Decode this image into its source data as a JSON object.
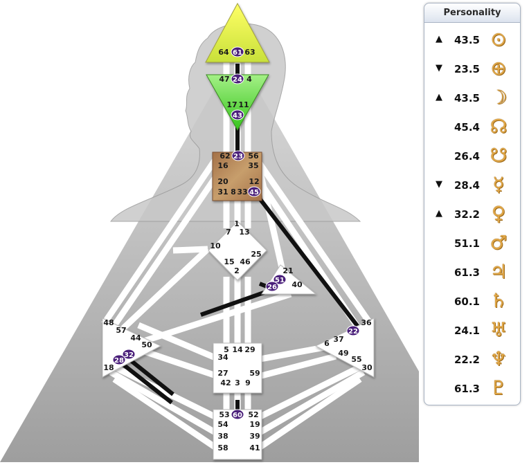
{
  "panel": {
    "title": "Personality",
    "rows": [
      {
        "arrow": "▲",
        "value": "43.5",
        "planet": "sun",
        "icon": "⊙"
      },
      {
        "arrow": "▼",
        "value": "23.5",
        "planet": "earth",
        "icon": "⊕"
      },
      {
        "arrow": "▲",
        "value": "43.5",
        "planet": "moon",
        "icon": "☽"
      },
      {
        "arrow": "",
        "value": "45.4",
        "planet": "north-node",
        "icon": "☊"
      },
      {
        "arrow": "",
        "value": "26.4",
        "planet": "south-node",
        "icon": "☋"
      },
      {
        "arrow": "▼",
        "value": "28.4",
        "planet": "mercury",
        "icon": "☿"
      },
      {
        "arrow": "▲",
        "value": "32.2",
        "planet": "venus",
        "icon": "♀"
      },
      {
        "arrow": "",
        "value": "51.1",
        "planet": "mars",
        "icon": "♂"
      },
      {
        "arrow": "",
        "value": "61.3",
        "planet": "jupiter",
        "icon": "♃"
      },
      {
        "arrow": "",
        "value": "60.1",
        "planet": "saturn",
        "icon": "♄"
      },
      {
        "arrow": "",
        "value": "24.1",
        "planet": "uranus",
        "icon": "♅"
      },
      {
        "arrow": "",
        "value": "22.2",
        "planet": "neptune",
        "icon": "♆"
      },
      {
        "arrow": "",
        "value": "61.3",
        "planet": "pluto",
        "icon": "♇"
      }
    ]
  },
  "colors": {
    "head": "#e6f25a",
    "ajna": "#6fe04a",
    "throat": "#b5895a",
    "personality_gate": "#4a1f7a",
    "channel_black": "#111111",
    "background_triangle": "#a8a8a8"
  },
  "gates": [
    {
      "id": "64",
      "center": "head"
    },
    {
      "id": "61",
      "center": "head",
      "active": true
    },
    {
      "id": "63",
      "center": "head"
    },
    {
      "id": "47",
      "center": "ajna"
    },
    {
      "id": "24",
      "center": "ajna",
      "active": true
    },
    {
      "id": "4",
      "center": "ajna"
    },
    {
      "id": "17",
      "center": "ajna"
    },
    {
      "id": "11",
      "center": "ajna"
    },
    {
      "id": "43",
      "center": "ajna",
      "active": true
    },
    {
      "id": "62",
      "center": "throat"
    },
    {
      "id": "23",
      "center": "throat",
      "active": true
    },
    {
      "id": "56",
      "center": "throat"
    },
    {
      "id": "16",
      "center": "throat"
    },
    {
      "id": "35",
      "center": "throat"
    },
    {
      "id": "20",
      "center": "throat"
    },
    {
      "id": "12",
      "center": "throat"
    },
    {
      "id": "31",
      "center": "throat"
    },
    {
      "id": "8",
      "center": "throat"
    },
    {
      "id": "33",
      "center": "throat"
    },
    {
      "id": "45",
      "center": "throat",
      "active": true
    },
    {
      "id": "1",
      "center": "g"
    },
    {
      "id": "7",
      "center": "g"
    },
    {
      "id": "13",
      "center": "g"
    },
    {
      "id": "10",
      "center": "g"
    },
    {
      "id": "25",
      "center": "g"
    },
    {
      "id": "15",
      "center": "g"
    },
    {
      "id": "46",
      "center": "g"
    },
    {
      "id": "2",
      "center": "g"
    },
    {
      "id": "21",
      "center": "heart"
    },
    {
      "id": "51",
      "center": "heart",
      "active": true
    },
    {
      "id": "26",
      "center": "heart",
      "active": true
    },
    {
      "id": "40",
      "center": "heart"
    },
    {
      "id": "48",
      "center": "spleen"
    },
    {
      "id": "57",
      "center": "spleen"
    },
    {
      "id": "44",
      "center": "spleen"
    },
    {
      "id": "50",
      "center": "spleen"
    },
    {
      "id": "32",
      "center": "spleen",
      "active": true
    },
    {
      "id": "28",
      "center": "spleen",
      "active": true
    },
    {
      "id": "18",
      "center": "spleen"
    },
    {
      "id": "36",
      "center": "solar"
    },
    {
      "id": "22",
      "center": "solar",
      "active": true
    },
    {
      "id": "37",
      "center": "solar"
    },
    {
      "id": "6",
      "center": "solar"
    },
    {
      "id": "49",
      "center": "solar"
    },
    {
      "id": "55",
      "center": "solar"
    },
    {
      "id": "30",
      "center": "solar"
    },
    {
      "id": "5",
      "center": "sacral"
    },
    {
      "id": "14",
      "center": "sacral"
    },
    {
      "id": "29",
      "center": "sacral"
    },
    {
      "id": "34",
      "center": "sacral"
    },
    {
      "id": "27",
      "center": "sacral"
    },
    {
      "id": "59",
      "center": "sacral"
    },
    {
      "id": "42",
      "center": "sacral"
    },
    {
      "id": "3",
      "center": "sacral"
    },
    {
      "id": "9",
      "center": "sacral"
    },
    {
      "id": "53",
      "center": "root"
    },
    {
      "id": "60",
      "center": "root",
      "active": true
    },
    {
      "id": "52",
      "center": "root"
    },
    {
      "id": "54",
      "center": "root"
    },
    {
      "id": "19",
      "center": "root"
    },
    {
      "id": "38",
      "center": "root"
    },
    {
      "id": "39",
      "center": "root"
    },
    {
      "id": "58",
      "center": "root"
    },
    {
      "id": "41",
      "center": "root"
    }
  ]
}
